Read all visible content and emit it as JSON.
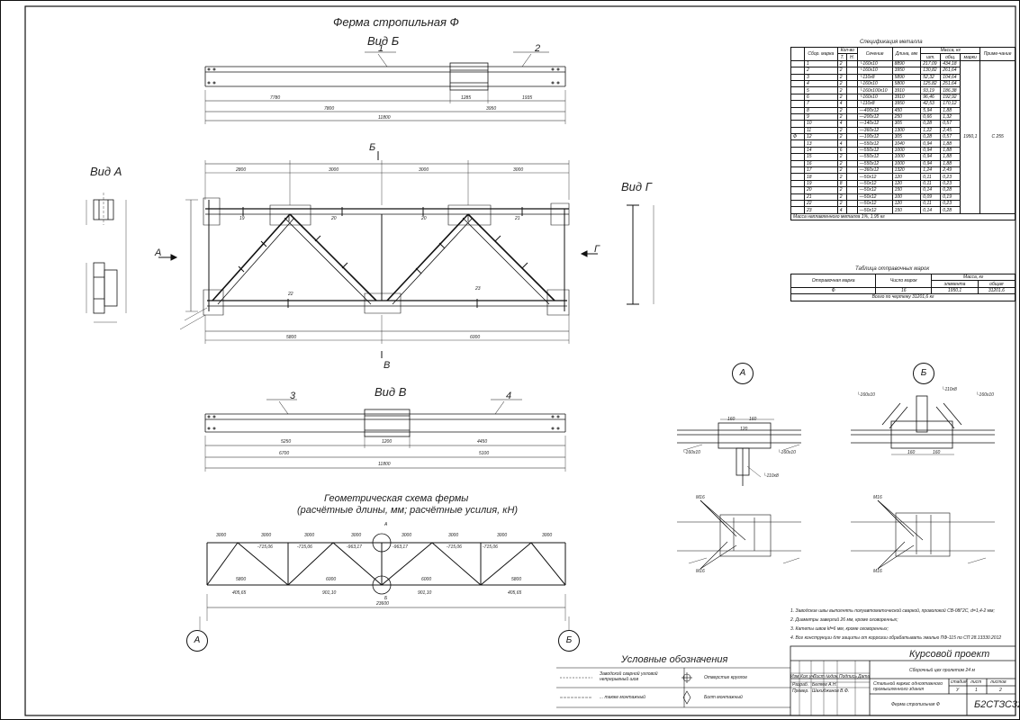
{
  "drawing": {
    "truss_title": "Ферма стропильная Ф",
    "view_b_top": "Вид Б",
    "view_a": "Вид А",
    "view_g": "Вид Г",
    "view_v": "Вид В",
    "section_b_label": "Б",
    "section_v_label": "В",
    "section_a_arrow": "А",
    "section_g_arrow": "Г",
    "geom_title_1": "Геометрическая схема фермы",
    "geom_title_2": "(расчётные длины, мм; расчётные усилия, кН)",
    "node_a": "А",
    "node_b": "Б",
    "axis_a": "А",
    "axis_b": "Б",
    "view_b_dims": [
      "7780",
      "1285",
      "1935",
      "3950",
      "7800",
      "11800"
    ],
    "view_v_dims": [
      "5250",
      "1200",
      "4450",
      "6700",
      "5100",
      "11800"
    ],
    "main_dims": [
      "2800",
      "3000",
      "3000",
      "3000",
      "5800",
      "6000"
    ],
    "geom_top_lengths": [
      "3000",
      "3000",
      "3000",
      "3000",
      "3000",
      "3000",
      "3000",
      "3000"
    ],
    "geom_forces_top": [
      "-715,06",
      "-715,06",
      "-963,17",
      "-963,17",
      "-715,06",
      "-715,06"
    ],
    "geom_bottom": [
      "5800",
      "6000",
      "6000",
      "5800"
    ],
    "geom_bottom_forces": [
      "405,65",
      "901,10",
      "901,10",
      "405,65"
    ],
    "geom_total": "23600",
    "part_numbers": [
      "1",
      "2",
      "3",
      "4"
    ],
    "member_marks": [
      "19",
      "20",
      "20",
      "21",
      "22",
      "23"
    ]
  },
  "spec_table": {
    "title": "Спецификация металла",
    "headers": [
      "Сбор. марка",
      "Кол-во",
      "Сечение",
      "Длина, мм",
      "Масса, кг",
      "Приме-чание"
    ],
    "sub_headers": [
      "Т.",
      "Н.",
      "шт.",
      "общ.",
      "марки"
    ],
    "rows": [
      [
        "1",
        "2",
        "└160х10",
        "8890",
        "217,09",
        "434,18"
      ],
      [
        "2",
        "2",
        "└160х10",
        "3950",
        "130,82",
        "261,64"
      ],
      [
        "3",
        "2",
        "└110х8",
        "5890",
        "52,32",
        "104,64"
      ],
      [
        "4",
        "2",
        "└160х10",
        "5800",
        "125,82",
        "251,64"
      ],
      [
        "5",
        "2",
        "└160х100х10",
        "3910",
        "93,19",
        "186,38"
      ],
      [
        "6",
        "2",
        "└160х10",
        "3910",
        "96,46",
        "192,92"
      ],
      [
        "7",
        "4",
        "└110х8",
        "3950",
        "42,53",
        "170,12"
      ],
      [
        "8",
        "2",
        "—400х12",
        "450",
        "5,94",
        "1,88"
      ],
      [
        "9",
        "2",
        "—200х12",
        "250",
        "0,66",
        "1,32"
      ],
      [
        "10",
        "4",
        "—140х12",
        "305",
        "0,28",
        "0,57"
      ],
      [
        "11",
        "2",
        "—360х12",
        "1300",
        "1,22",
        "2,45"
      ],
      [
        "12",
        "2",
        "—100х12",
        "305",
        "0,28",
        "0,57"
      ],
      [
        "13",
        "4",
        "—550х12",
        "1040",
        "0,94",
        "1,88"
      ],
      [
        "14",
        "6",
        "—550х12",
        "1000",
        "0,94",
        "1,88"
      ],
      [
        "15",
        "2",
        "—550х12",
        "1000",
        "0,94",
        "1,88"
      ],
      [
        "16",
        "2",
        "—550х12",
        "1000",
        "0,94",
        "1,88"
      ],
      [
        "17",
        "2",
        "—360х12",
        "1320",
        "1,24",
        "2,49"
      ],
      [
        "18",
        "2",
        "—50х12",
        "120",
        "0,11",
        "0,23"
      ],
      [
        "19",
        "8",
        "—50х12",
        "120",
        "0,11",
        "0,23"
      ],
      [
        "20",
        "2",
        "—50х12",
        "150",
        "0,14",
        "0,28"
      ],
      [
        "21",
        "2",
        "—50х12",
        "100",
        "0,09",
        "0,19"
      ],
      [
        "22",
        "2",
        "—50х12",
        "120",
        "0,11",
        "0,23"
      ],
      [
        "23",
        "4",
        "—50х12",
        "150",
        "0,14",
        "0,28"
      ]
    ],
    "mark_value": "1950,1",
    "note_value": "С 255",
    "sheet_mark": "Ф",
    "footer": "Масса наплавленного металла 1%, 1,95 кг"
  },
  "shipping_table": {
    "title": "Таблица отправочных марок",
    "headers": [
      "Отправочная марка",
      "Число марок",
      "Масса, кг",
      "элемента",
      "общая"
    ],
    "row": [
      "Ф",
      "16",
      "1950,1",
      "31201,6"
    ],
    "footer": "Всего по чертежу 31201,6 кг"
  },
  "notes": [
    "1. Заводские швы выполнять полуавтоматической сваркой, проволокой СВ-08Г2С, d=1,4-2 мм;",
    "2. Диаметры заверлий 26 мм, кроме оговоренных;",
    "3. Катеты швов kf=6 мм, кроме оговоренных;",
    "4. Все конструкции для защиты от коррозии обрабатывать эмалью ПФ-115 по СП 28.13330.2012"
  ],
  "legend": {
    "title": "Условные обозначения",
    "items": [
      "Заводской сварной угловой непрерывный шов",
      "Отверстие круглое",
      "... также монтажный",
      "Болт монтажный"
    ]
  },
  "title_block": {
    "project": "Курсовой проект",
    "subject": "Сборочный цех пролетом 24 м",
    "section": "Стальной каркас одноэтажного промышленного здания",
    "sheet_name": "Ферма стропильная Ф",
    "code": "Б2СТЗС32",
    "stage_headers": [
      "стадия",
      "лист",
      "листов"
    ],
    "stage_values": [
      "У",
      "1",
      "2"
    ],
    "col_headers": [
      "Изм.",
      "Кол.уч.",
      "Лист",
      "№док.",
      "Подпись",
      "Дата"
    ],
    "row_labels": [
      "Разраб.",
      "Провер."
    ],
    "names": [
      "Беляев А.Н.",
      "Шахиджанов В.Ф."
    ]
  },
  "details": {
    "node_a_dims": [
      "160",
      "160",
      "120"
    ],
    "node_b_dims": [
      "160",
      "160"
    ],
    "angle_labels": [
      "└160х10",
      "└160х10",
      "└110х8",
      "└160х10",
      "└110х8",
      "└160х10"
    ],
    "bolt_label": "М16"
  }
}
